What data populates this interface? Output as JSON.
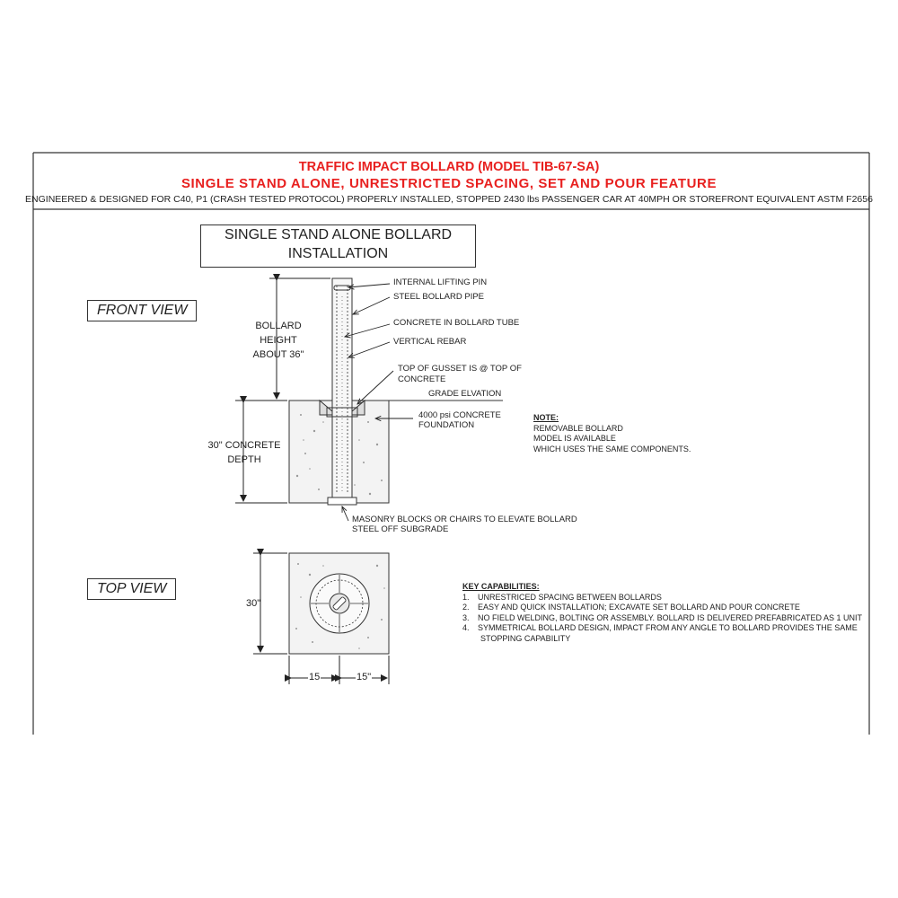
{
  "header": {
    "title_line1": "TRAFFIC IMPACT BOLLARD (MODEL TIB-67-SA)",
    "title_line2": "SINGLE STAND ALONE, UNRESTRICTED SPACING, SET AND POUR FEATURE",
    "subtitle": "ENGINEERED & DESIGNED FOR C40, P1 (CRASH TESTED PROTOCOL) PROPERLY INSTALLED, STOPPED 2430 lbs PASSENGER CAR AT 40MPH OR STOREFRONT EQUIVALENT ASTM F2656",
    "accent_color": "#e8201f"
  },
  "installation_title": {
    "line1": "SINGLE STAND ALONE BOLLARD",
    "line2": "INSTALLATION"
  },
  "front_view": {
    "label": "FRONT VIEW",
    "height_dim": [
      "BOLLARD",
      "HEIGHT",
      "ABOUT 36\""
    ],
    "depth_dim": [
      "30\" CONCRETE",
      "DEPTH"
    ],
    "callouts": {
      "lifting_pin": "INTERNAL LIFTING PIN",
      "pipe": "STEEL BOLLARD PIPE",
      "concrete_tube": "CONCRETE IN BOLLARD TUBE",
      "rebar": "VERTICAL REBAR",
      "gusset_1": "TOP OF GUSSET IS @ TOP OF",
      "gusset_2": "CONCRETE",
      "grade": "GRADE ELVATION",
      "foundation_1": "4000 psi CONCRETE",
      "foundation_2": "FOUNDATION",
      "masonry_1": "MASONRY BLOCKS OR CHAIRS TO ELEVATE BOLLARD",
      "masonry_2": "STEEL OFF SUBGRADE"
    }
  },
  "note": {
    "heading": "NOTE:",
    "lines": [
      "REMOVABLE BOLLARD",
      "MODEL IS AVAILABLE",
      "WHICH USES THE SAME COMPONENTS."
    ]
  },
  "top_view": {
    "label": "TOP VIEW",
    "side_dim": "30\"",
    "bottom_dim_left": "15",
    "bottom_dim_right": "15\""
  },
  "key_capabilities": {
    "heading": "KEY CAPABILITIES:",
    "items": [
      {
        "num": "1.",
        "text": "UNRESTRICED SPACING BETWEEN BOLLARDS"
      },
      {
        "num": "2.",
        "text": "EASY AND QUICK INSTALLATION; EXCAVATE SET BOLLARD AND POUR CONCRETE"
      },
      {
        "num": "3.",
        "text": "NO FIELD WELDING, BOLTING OR ASSEMBLY. BOLLARD IS DELIVERED PREFABRICATED AS 1 UNIT"
      },
      {
        "num": "4.",
        "text": "SYMMETRICAL BOLLARD DESIGN, IMPACT FROM ANY ANGLE TO BOLLARD PROVIDES THE SAME",
        "cont": "STOPPING CAPABILITY"
      }
    ]
  }
}
